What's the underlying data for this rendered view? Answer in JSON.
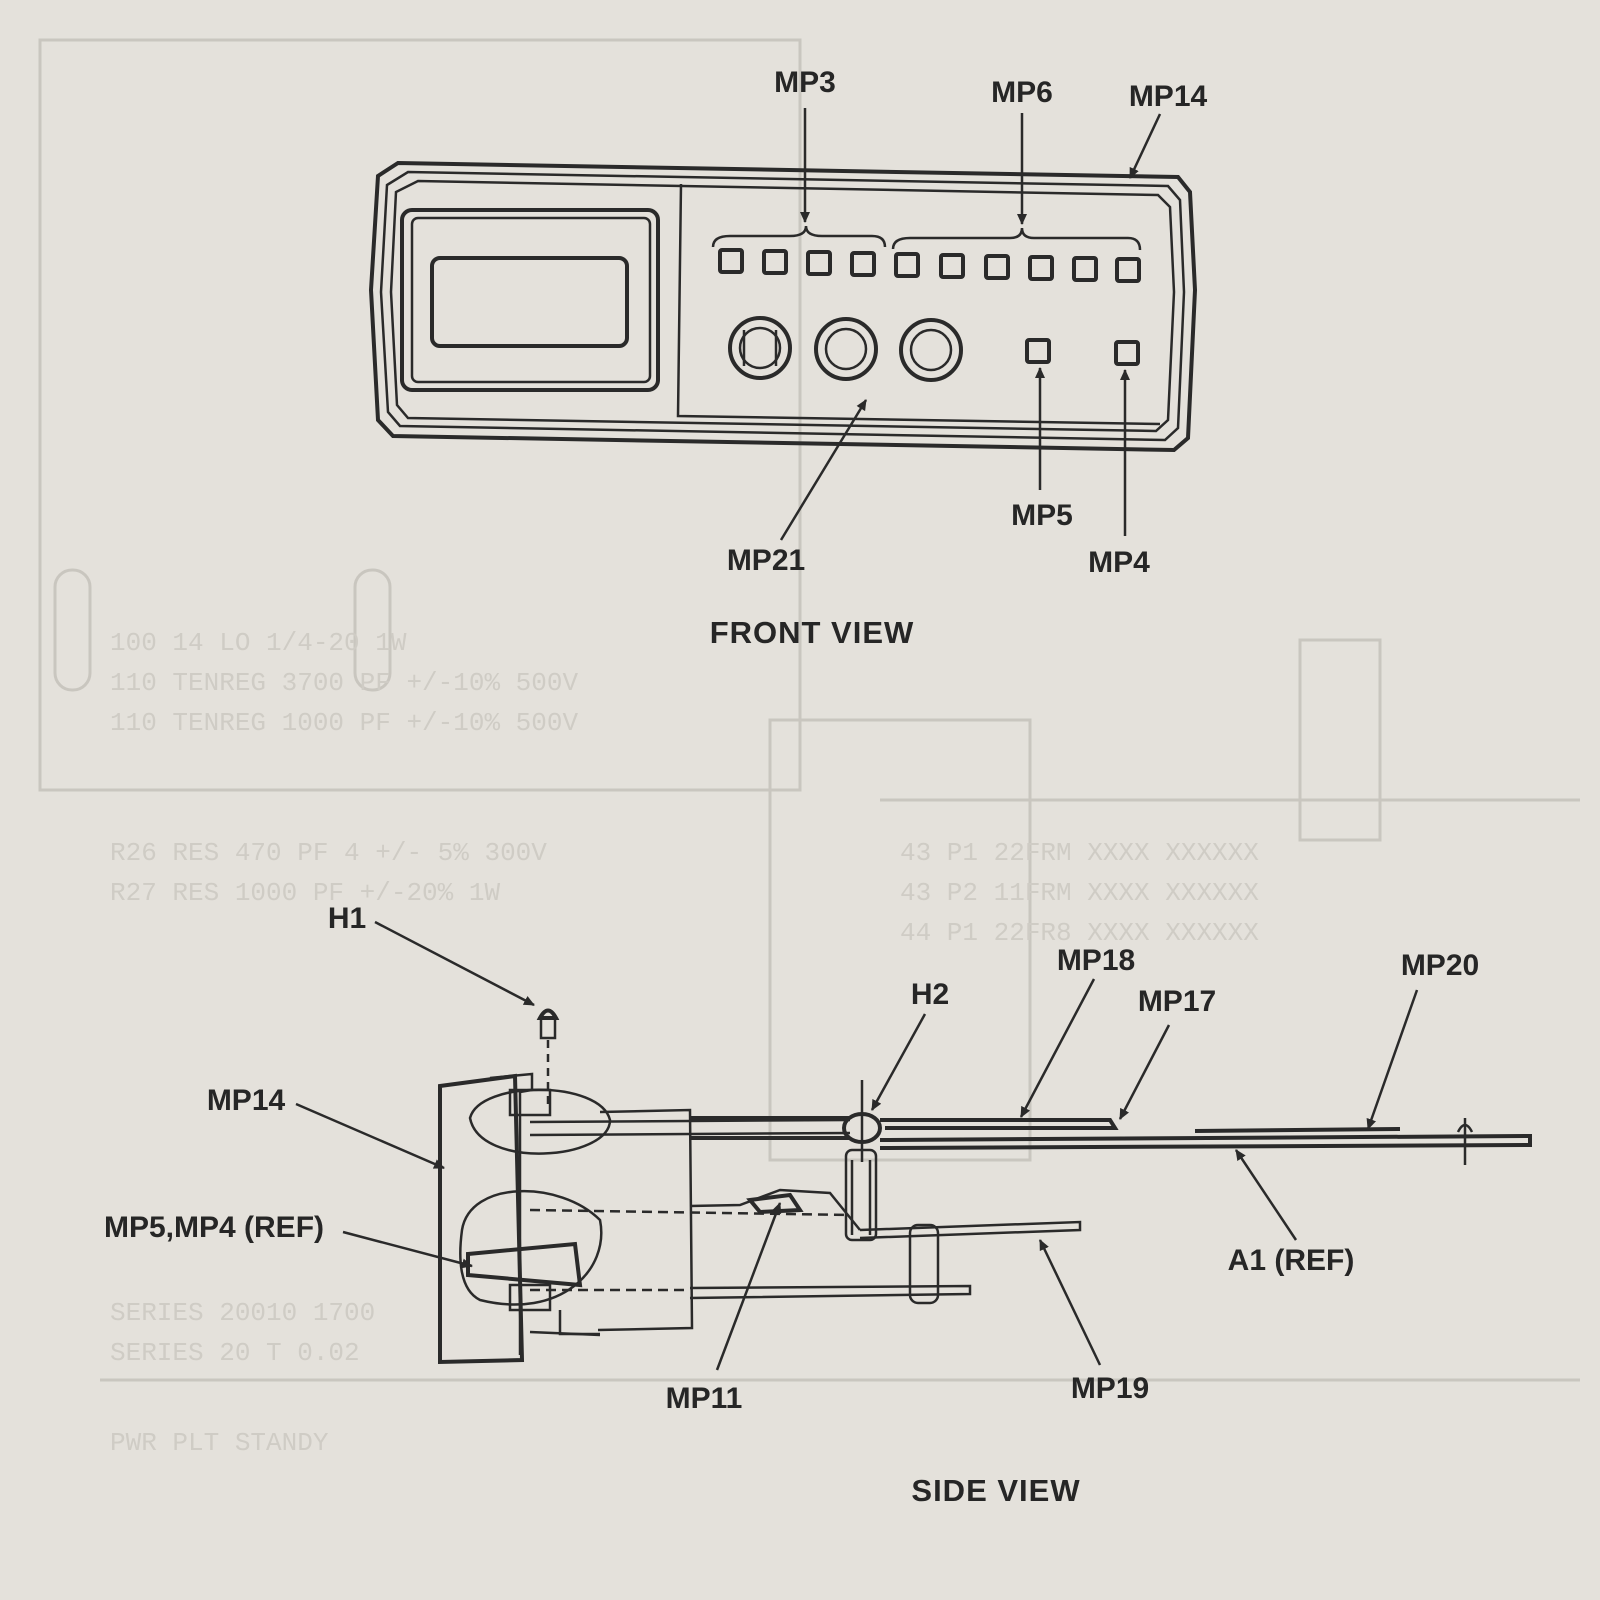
{
  "front_view": {
    "title": "FRONT VIEW",
    "labels": {
      "mp3": "MP3",
      "mp6": "MP6",
      "mp14": "MP14",
      "mp21": "MP21",
      "mp5": "MP5",
      "mp4": "MP4"
    }
  },
  "side_view": {
    "title": "SIDE VIEW",
    "labels": {
      "h1": "H1",
      "h2": "H2",
      "mp14": "MP14",
      "mp5_mp4": "MP5,MP4 (REF)",
      "mp18": "MP18",
      "mp17": "MP17",
      "mp20": "MP20",
      "a1": "A1 (REF)",
      "mp11": "MP11",
      "mp19": "MP19"
    }
  }
}
